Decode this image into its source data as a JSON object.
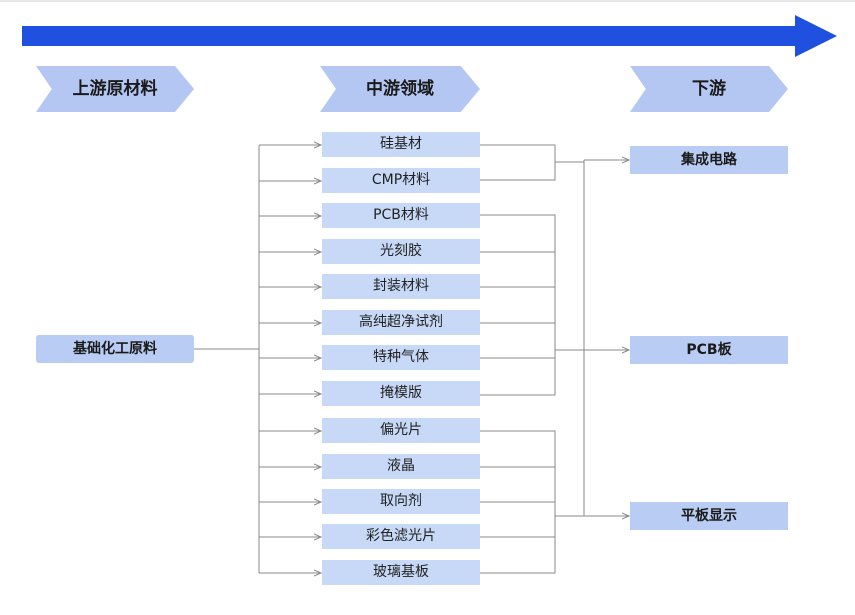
{
  "stages": {
    "upstream": "上游原材料",
    "midstream": "中游领域",
    "downstream": "下游"
  },
  "source": "基础化工原料",
  "materials": [
    "硅基材",
    "CMP材料",
    "PCB材料",
    "光刻胶",
    "封装材料",
    "高纯超净试剂",
    "特种气体",
    "掩模版",
    "偏光片",
    "液晶",
    "取向剂",
    "彩色滤光片",
    "玻璃基板"
  ],
  "targets": [
    "集成电路",
    "PCB板",
    "平板显示"
  ],
  "colors": {
    "arrow": "#1f50e0",
    "chevron": "#b4c6f2",
    "box": "#c7d9f7",
    "line": "#8a8a8a"
  }
}
